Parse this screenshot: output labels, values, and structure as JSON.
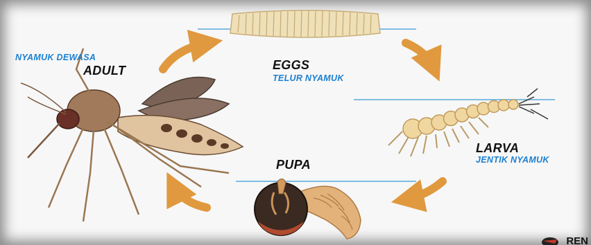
{
  "colors": {
    "accent_blue": "#1b7fd0",
    "arrow": "#e0993f",
    "label": "#111111",
    "water_line": "#58a8d8"
  },
  "stages": {
    "eggs": {
      "label": "EGGS",
      "label_id": "TELUR NYAMUK"
    },
    "larva": {
      "label": "LARVA",
      "label_id": "JENTIK NYAMUK"
    },
    "pupa": {
      "label": "PUPA"
    },
    "adult": {
      "label": "ADULT",
      "label_id": "NYAMUK DEWASA"
    }
  },
  "arrows": [
    {
      "name": "adult-to-eggs",
      "icon": "curved-arrow-icon"
    },
    {
      "name": "eggs-to-larva",
      "icon": "curved-arrow-icon"
    },
    {
      "name": "larva-to-pupa",
      "icon": "curved-arrow-icon"
    },
    {
      "name": "pupa-to-adult",
      "icon": "curved-arrow-icon"
    }
  ],
  "logo": {
    "text": "REN"
  }
}
